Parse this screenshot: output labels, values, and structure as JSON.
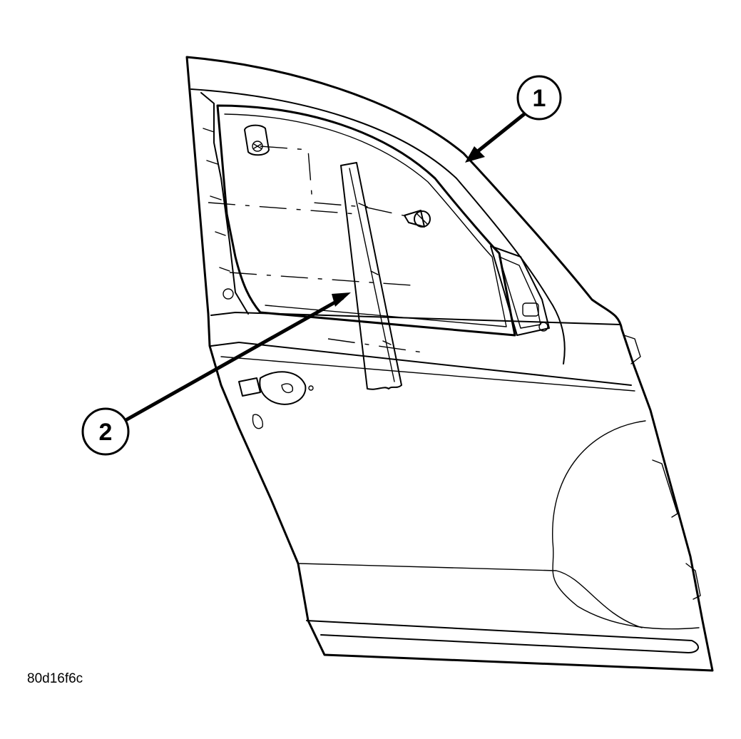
{
  "callouts": [
    {
      "label": "1"
    },
    {
      "label": "2"
    }
  ],
  "figure_id": "80d16f6c"
}
